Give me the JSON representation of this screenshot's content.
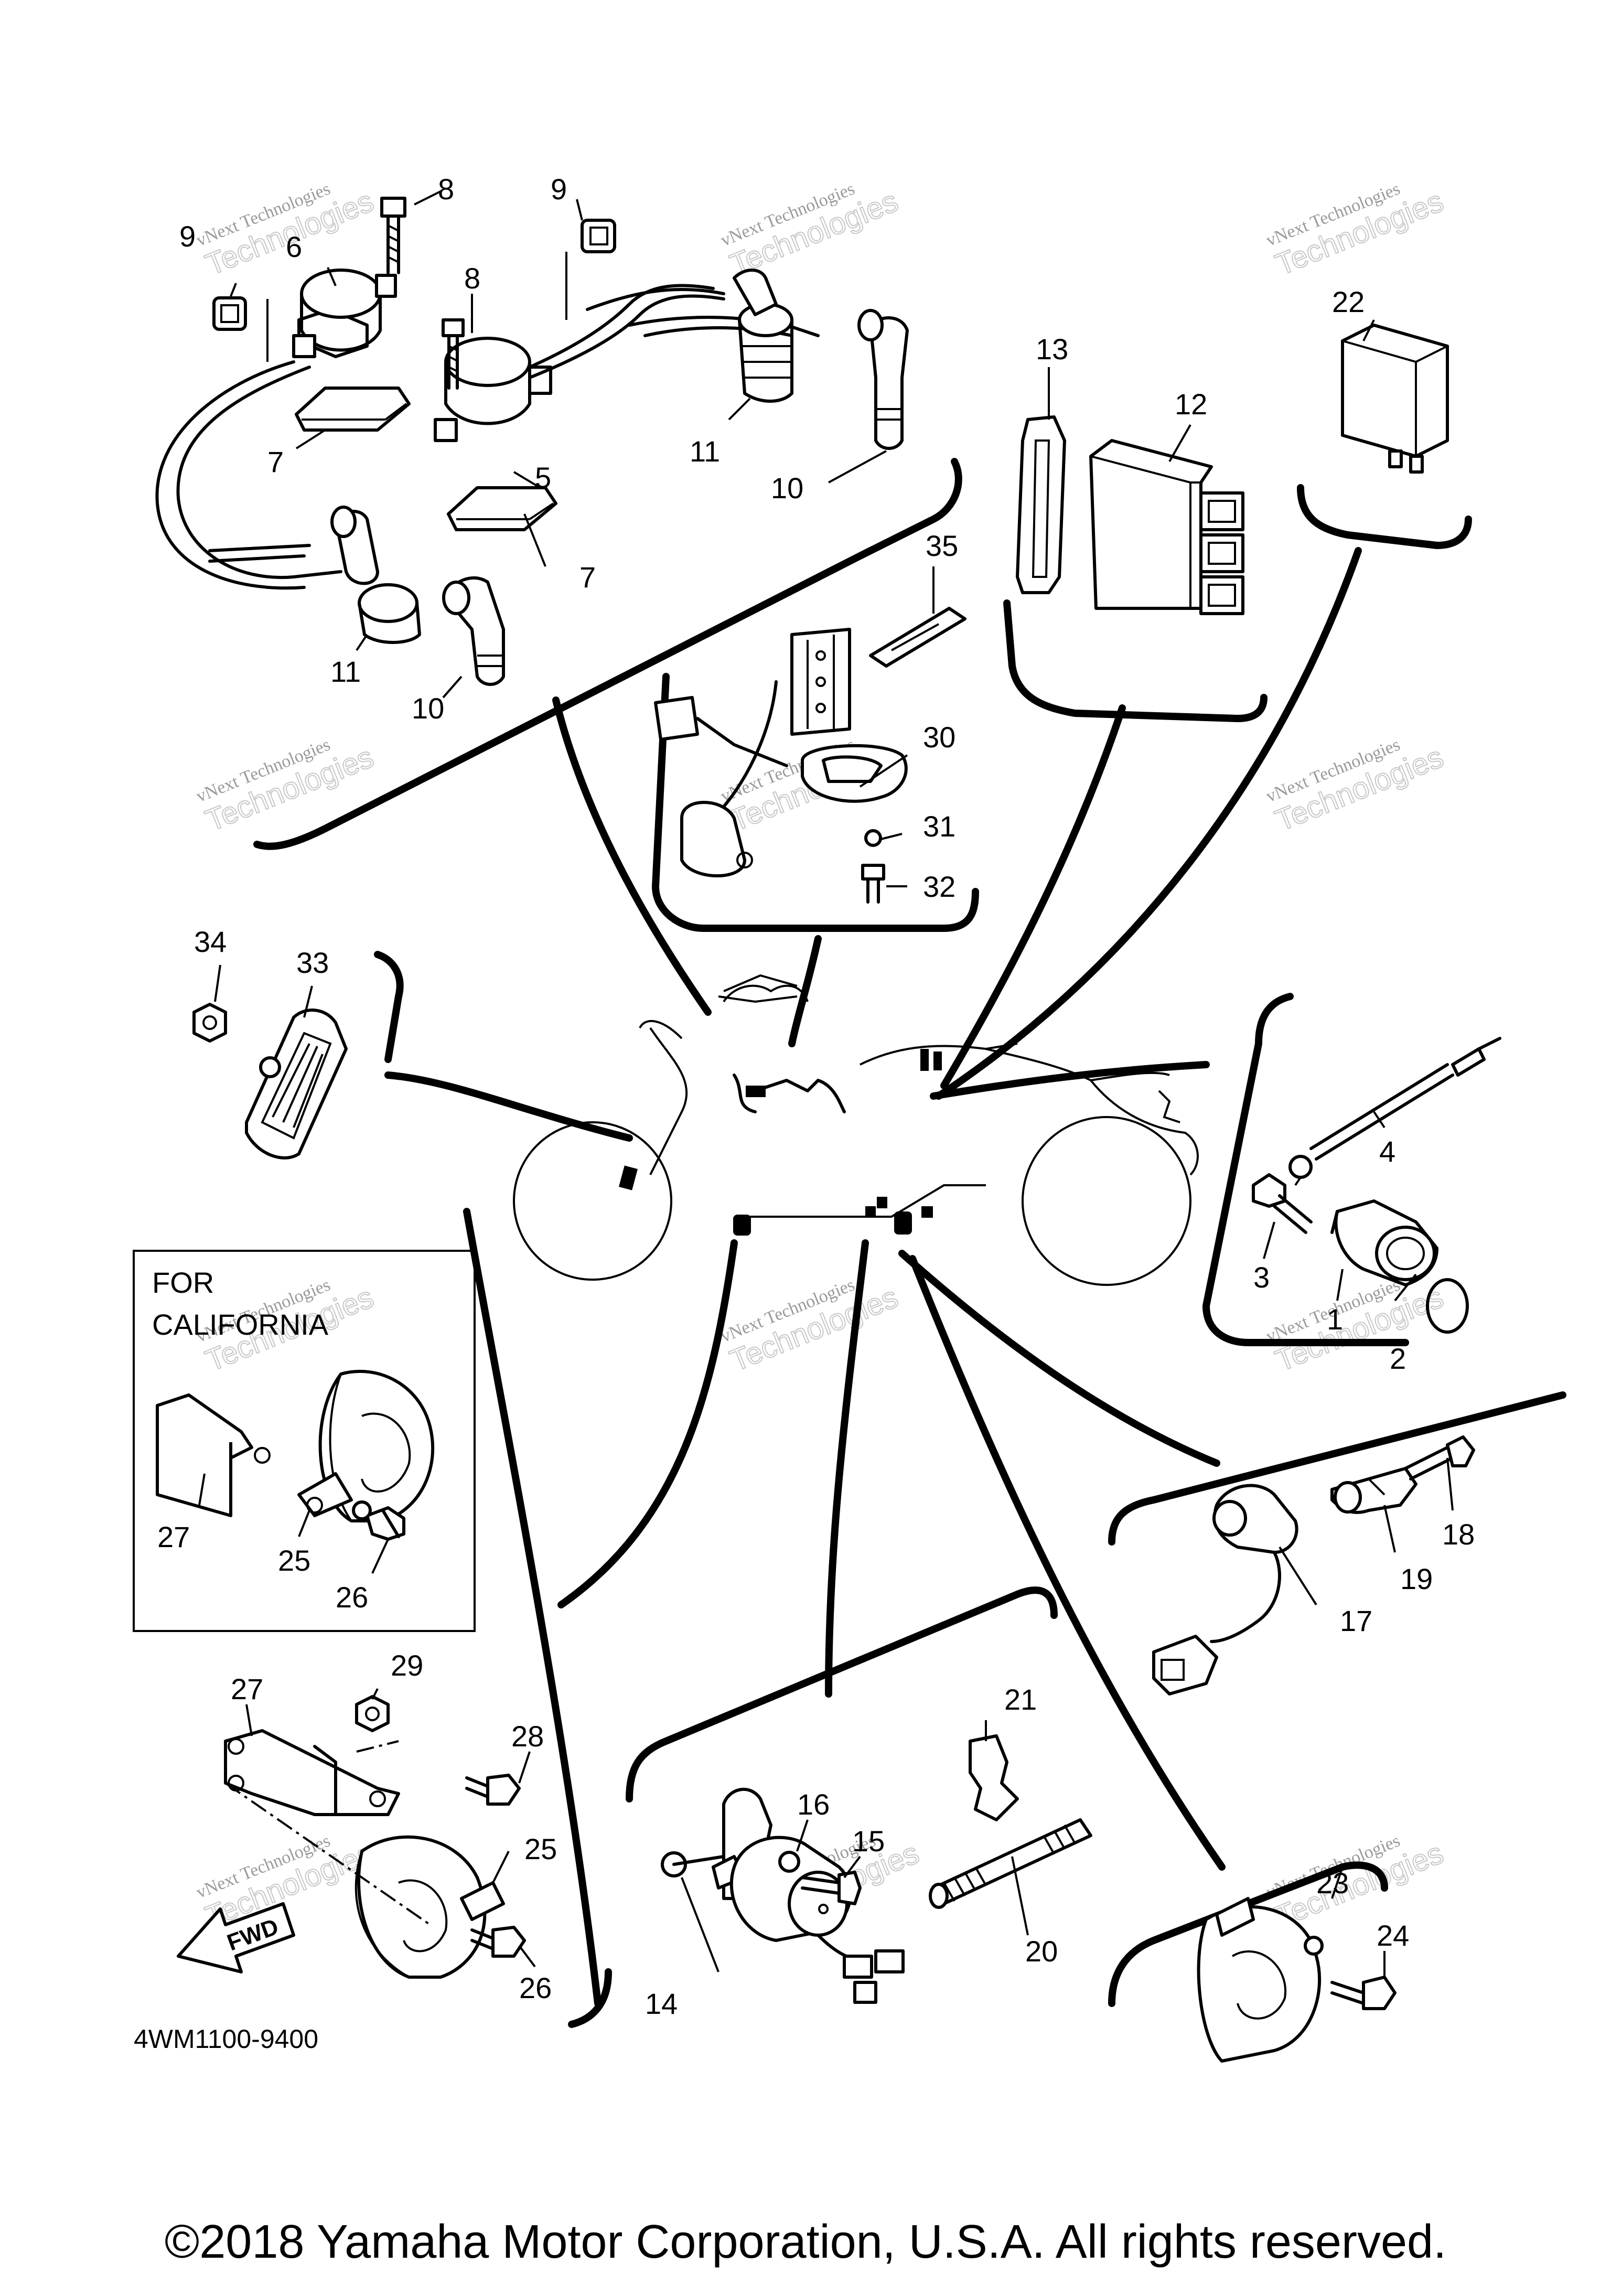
{
  "callouts": {
    "c1": "1",
    "c2": "2",
    "c3": "3",
    "c4": "4",
    "c5": "5",
    "c6": "6",
    "c7": "7",
    "c8": "8",
    "c9": "9",
    "c10": "10",
    "c11": "11",
    "c12": "12",
    "c13": "13",
    "c14": "14",
    "c15": "15",
    "c16": "16",
    "c17": "17",
    "c18": "18",
    "c19": "19",
    "c20": "20",
    "c21": "21",
    "c22": "22",
    "c23": "23",
    "c24": "24",
    "c25": "25",
    "c26": "26",
    "c27": "27",
    "c28": "28",
    "c29": "29",
    "c30": "30",
    "c31": "31",
    "c32": "32",
    "c33": "33",
    "c34": "34",
    "c35": "35"
  },
  "california_box": {
    "line1": "FOR",
    "line2": "CALIFORNIA"
  },
  "fwd_arrow": "FWD",
  "diagram_code": "4WM1100-9400",
  "watermark": {
    "line1": "vNext Technologies",
    "line2": "Technologies"
  },
  "copyright": "©2018 Yamaha Motor Corporation, U.S.A. All rights reserved."
}
